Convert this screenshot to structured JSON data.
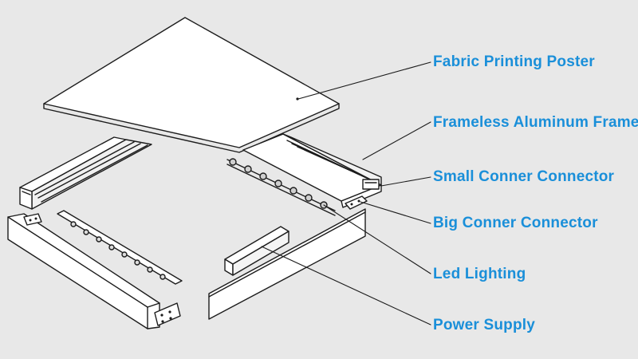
{
  "diagram": {
    "accent_color": "#1a8fd9",
    "labels": [
      {
        "id": "fabric-poster",
        "text": "Fabric Printing Poster"
      },
      {
        "id": "aluminum-frame",
        "text": "Frameless Aluminum Frame"
      },
      {
        "id": "small-connector",
        "text": "Small Conner Connector"
      },
      {
        "id": "big-connector",
        "text": "Big Conner Connector"
      },
      {
        "id": "led-lighting",
        "text": "Led Lighting"
      },
      {
        "id": "power-supply",
        "text": "Power Supply"
      }
    ]
  }
}
